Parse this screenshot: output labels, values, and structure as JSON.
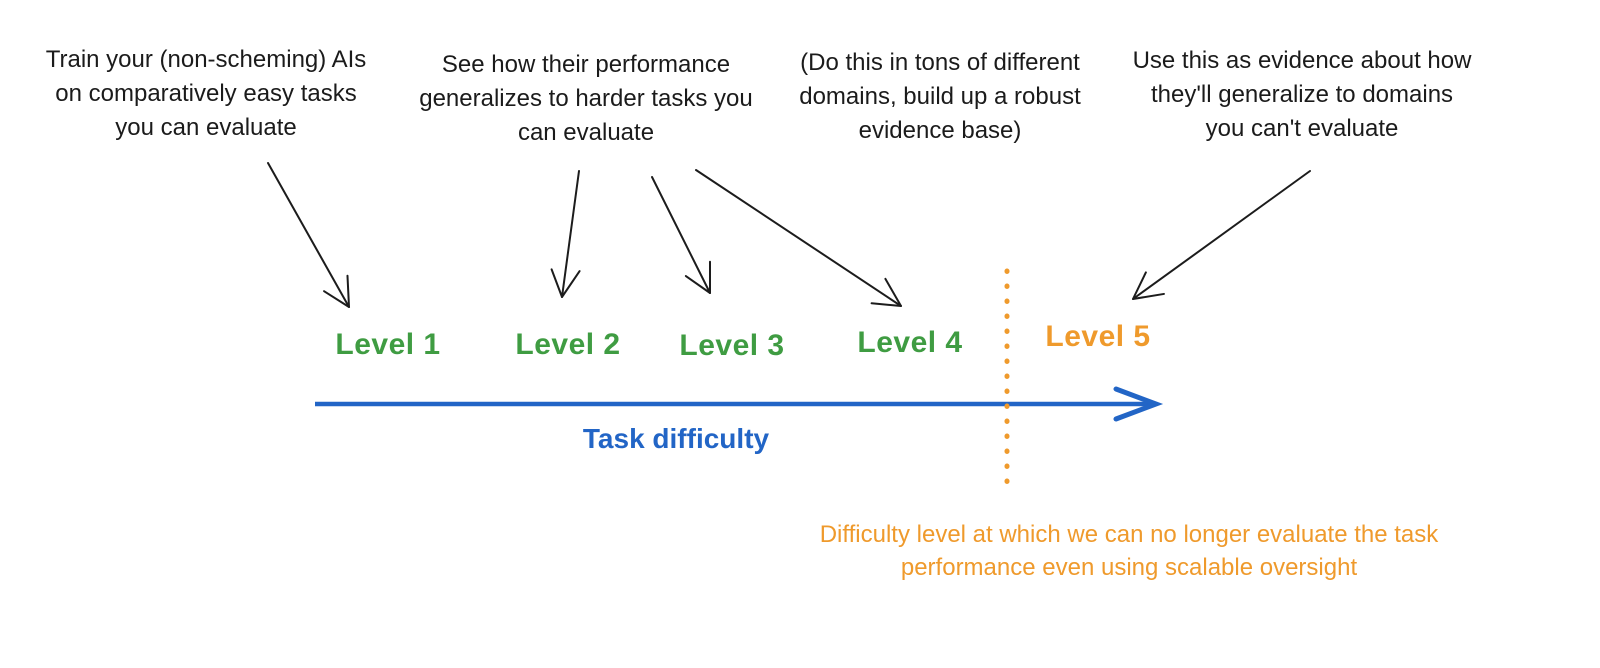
{
  "colors": {
    "bg": "#ffffff",
    "ink": "#1c1c1c",
    "text": "#1b1b1b",
    "green": "#3f9c42",
    "orange": "#ef9a2c",
    "blue": "#2265c6"
  },
  "annotations": [
    {
      "lines": [
        "Train your (non-scheming) AIs",
        "on comparatively easy tasks",
        "you can evaluate"
      ]
    },
    {
      "lines": [
        "See how their performance",
        "generalizes to harder tasks you",
        "can evaluate"
      ]
    },
    {
      "lines": [
        "(Do this in tons of different",
        "domains, build up a robust",
        "evidence base)"
      ]
    },
    {
      "lines": [
        "Use this as evidence about how",
        "they'll generalize to domains",
        "you can't evaluate"
      ]
    }
  ],
  "levels": [
    {
      "label": "Level 1",
      "color": "#3f9c42"
    },
    {
      "label": "Level 2",
      "color": "#3f9c42"
    },
    {
      "label": "Level 3",
      "color": "#3f9c42"
    },
    {
      "label": "Level 4",
      "color": "#3f9c42"
    },
    {
      "label": "Level 5",
      "color": "#ef9a2c"
    }
  ],
  "axis": {
    "label": "Task difficulty"
  },
  "caption": {
    "lines": [
      "Difficulty level at which we can no longer evaluate the task",
      "performance even using scalable oversight"
    ]
  }
}
